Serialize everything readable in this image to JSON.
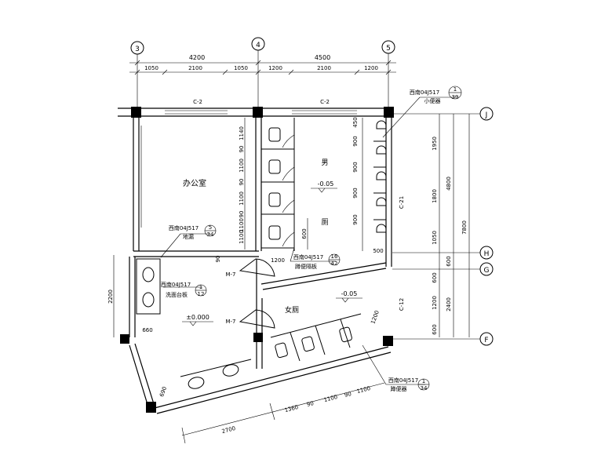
{
  "axes": {
    "col_3": "3",
    "col_4": "4",
    "col_5": "5",
    "row_J": "J",
    "row_H": "H",
    "row_G": "G",
    "row_F": "F"
  },
  "dims_top": {
    "total_left": "4200",
    "total_right": "4500",
    "seg": [
      "1050",
      "2100",
      "1050",
      "1200",
      "2100",
      "1200"
    ]
  },
  "dims_right": {
    "inner": [
      "1950",
      "1800",
      "1050",
      "600",
      "1200",
      "600"
    ],
    "mid": [
      "4800",
      "600",
      "2400"
    ],
    "total": "7800"
  },
  "dims_stalls": [
    "1140",
    "90",
    "1100",
    "90",
    "1100",
    "90",
    "1100",
    "90",
    "1100"
  ],
  "dims_urinal": [
    "450",
    "900",
    "900",
    "900",
    "900",
    "500"
  ],
  "dims_bottom": [
    "2700",
    "1360",
    "90",
    "1100",
    "90",
    "1100"
  ],
  "dims_misc": {
    "d2200": "2200",
    "d660": "660",
    "d1200": "1200",
    "d500": "500",
    "d600": "600",
    "d1200b": "1200",
    "d690": "690",
    "c21": "C-21",
    "c12": "C-12"
  },
  "labels": {
    "window_left": "C-2",
    "window_right": "C-2",
    "office": "办公室",
    "men_top": "男",
    "men_bottom": "厕",
    "women": "女厕",
    "level_men": "-0.05",
    "level_women": "-0.05",
    "level_main": "±0.000",
    "door_m7_a": "M-7",
    "door_m7_b": "M-7"
  },
  "callouts": {
    "urinal_ref": "西南04J517",
    "urinal_name": "小便器",
    "urinal_num": "1",
    "urinal_page": "39",
    "mop_ref": "西南04J517",
    "mop_name": "地漏",
    "mop_num": "5",
    "mop_page": "34",
    "basin_ref": "西南04J517",
    "basin_name": "洗面台板",
    "basin_num": "1",
    "basin_page": "12",
    "stall_ref": "西南04J517",
    "stall_name": "蹲便隔板",
    "stall_num": "16",
    "stall_page": "42",
    "squat_ref": "西南04J517",
    "squat_name": "蹲便器",
    "squat_num": "1",
    "squat_page": "34"
  }
}
